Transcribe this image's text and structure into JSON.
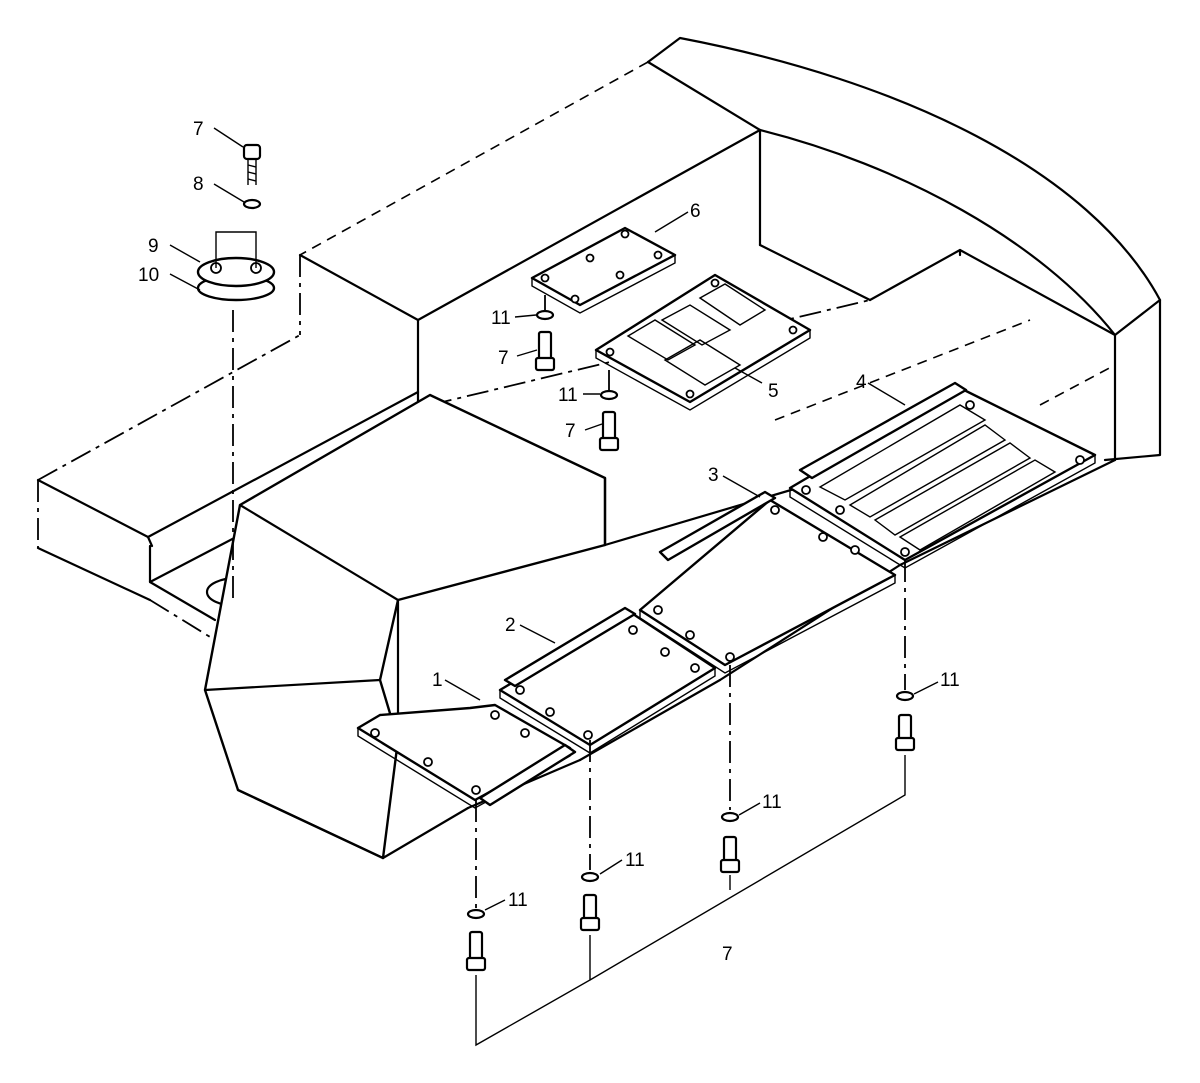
{
  "callouts": [
    {
      "text": "7"
    },
    {
      "text": "8"
    },
    {
      "text": "9"
    },
    {
      "text": "10"
    },
    {
      "text": "6"
    },
    {
      "text": "11"
    },
    {
      "text": "7"
    },
    {
      "text": "5"
    },
    {
      "text": "11"
    },
    {
      "text": "7"
    },
    {
      "text": "4"
    },
    {
      "text": "3"
    },
    {
      "text": "2"
    },
    {
      "text": "1"
    },
    {
      "text": "11"
    },
    {
      "text": "11"
    },
    {
      "text": "11"
    },
    {
      "text": "11"
    },
    {
      "text": "7"
    }
  ]
}
